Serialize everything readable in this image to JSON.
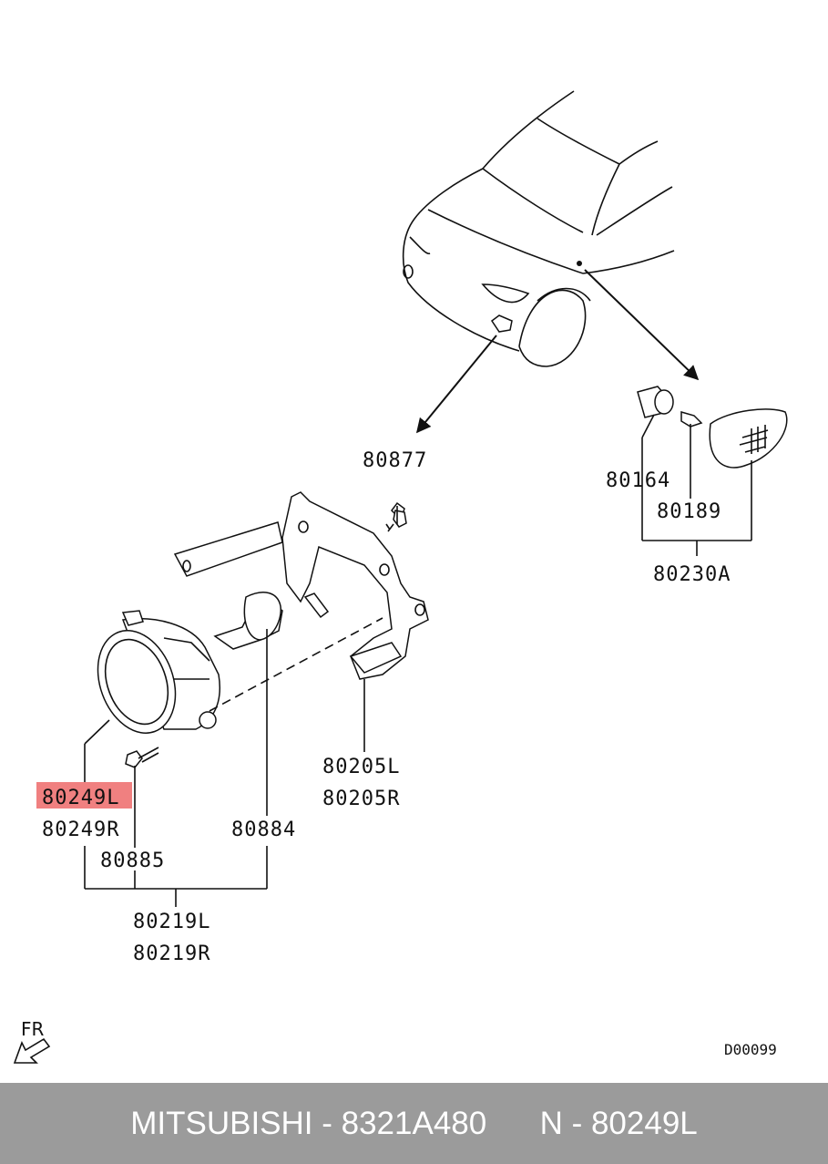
{
  "labels": {
    "p80877": "80877",
    "p80164": "80164",
    "p80189": "80189",
    "p80230A": "80230A",
    "p80205L": "80205L",
    "p80205R": "80205R",
    "p80249L": "80249L",
    "p80249R": "80249R",
    "p80884": "80884",
    "p80885": "80885",
    "p80219L": "80219L",
    "p80219R": "80219R"
  },
  "highlight_color": "#f08080",
  "direction_label": "FR",
  "diagram_code": "D00099",
  "footer": {
    "brand": "MITSUBISHI",
    "part_number": "8321A480",
    "ref": "N - 80249L",
    "text": "MITSUBISHI - 8321A480      N - 80249L"
  }
}
